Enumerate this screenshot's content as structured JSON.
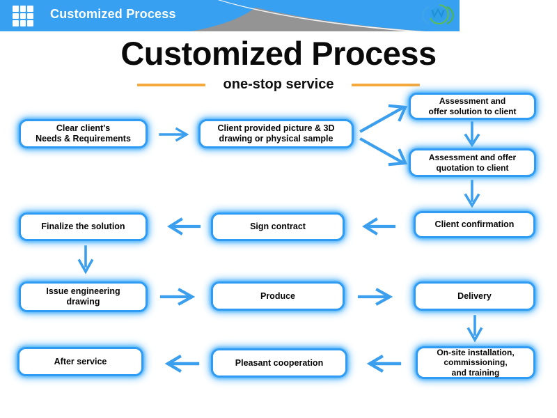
{
  "header": {
    "title": "Customized Process",
    "grid_icon": "grid-menu-icon",
    "logo_name": "brand-logo",
    "logo_caption": "",
    "bar_color": "#38a0f0",
    "gray_color": "#949494"
  },
  "title": {
    "main": "Customized Process",
    "subtitle": "one-stop service",
    "rule_color": "#f5a93a"
  },
  "theme": {
    "node_border": "#2f9bf3",
    "node_glow": "#3caafa",
    "arrow_color": "#3c9fee",
    "text_color": "#050505"
  },
  "flow": {
    "nodes": [
      {
        "id": "clear-needs",
        "label": "Clear client's\nNeeds & Requirements"
      },
      {
        "id": "client-provided",
        "label": "Client provided picture & 3D\ndrawing or physical sample"
      },
      {
        "id": "assessment-solution",
        "label": "Assessment and\noffer solution to client"
      },
      {
        "id": "assessment-quotation",
        "label": "Assessment and offer\nquotation to client"
      },
      {
        "id": "client-confirmation",
        "label": "Client confirmation"
      },
      {
        "id": "sign-contract",
        "label": "Sign contract"
      },
      {
        "id": "finalize-solution",
        "label": "Finalize the solution"
      },
      {
        "id": "issue-drawing",
        "label": "Issue engineering\ndrawing"
      },
      {
        "id": "produce",
        "label": "Produce"
      },
      {
        "id": "delivery",
        "label": "Delivery"
      },
      {
        "id": "onsite-installation",
        "label": "On-site installation,\ncommissioning,\nand training"
      },
      {
        "id": "pleasant-cooperation",
        "label": "Pleasant cooperation"
      },
      {
        "id": "after-service",
        "label": "After service"
      }
    ],
    "connections": [
      {
        "from": "clear-needs",
        "to": "client-provided",
        "dir": "right"
      },
      {
        "from": "client-provided",
        "to": "assessment-solution",
        "dir": "up-right"
      },
      {
        "from": "client-provided",
        "to": "assessment-quotation",
        "dir": "down-right"
      },
      {
        "from": "assessment-solution",
        "to": "assessment-quotation",
        "dir": "down"
      },
      {
        "from": "assessment-quotation",
        "to": "client-confirmation",
        "dir": "down"
      },
      {
        "from": "client-confirmation",
        "to": "sign-contract",
        "dir": "left"
      },
      {
        "from": "sign-contract",
        "to": "finalize-solution",
        "dir": "left"
      },
      {
        "from": "finalize-solution",
        "to": "issue-drawing",
        "dir": "down"
      },
      {
        "from": "issue-drawing",
        "to": "produce",
        "dir": "right"
      },
      {
        "from": "produce",
        "to": "delivery",
        "dir": "right"
      },
      {
        "from": "delivery",
        "to": "onsite-installation",
        "dir": "down"
      },
      {
        "from": "onsite-installation",
        "to": "pleasant-cooperation",
        "dir": "left"
      },
      {
        "from": "pleasant-cooperation",
        "to": "after-service",
        "dir": "left"
      }
    ]
  }
}
